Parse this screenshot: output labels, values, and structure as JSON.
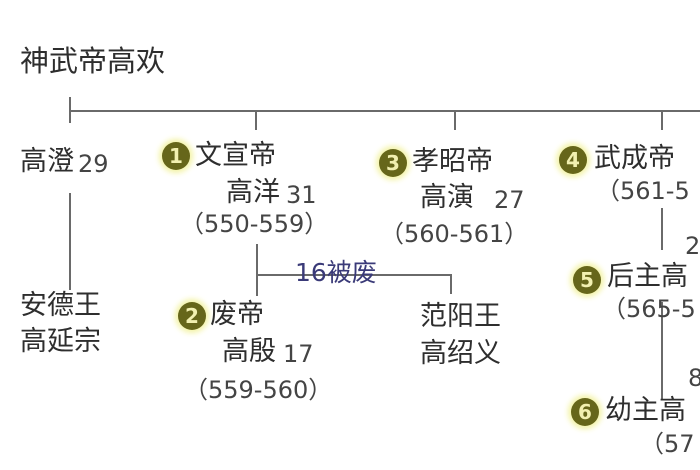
{
  "root": "神武帝高欢",
  "nodes": {
    "gao_cheng": {
      "name": "高澄",
      "age": "29"
    },
    "ande_wang": {
      "title": "安德王",
      "name": "高延宗"
    },
    "wenxuan": {
      "badge": "1",
      "title": "文宣帝",
      "name": "高洋",
      "age": "31",
      "reign": "（550-559）"
    },
    "feidi": {
      "badge": "2",
      "title": "废帝",
      "name": "高殷",
      "age": "17",
      "reign": "（559-560）",
      "note": "16被废"
    },
    "fanyang_wang": {
      "title": "范阳王",
      "name": "高绍义"
    },
    "xiaozhao": {
      "badge": "3",
      "title": "孝昭帝",
      "name": "高演",
      "age": "27",
      "reign": "（560-561）"
    },
    "wucheng": {
      "badge": "4",
      "title": "武成帝",
      "reign": "（561-5"
    },
    "houzhu": {
      "badge": "5",
      "title": "后主高",
      "reign": "（565-5",
      "age_fragment": "2"
    },
    "youzhu": {
      "badge": "6",
      "title": "幼主高",
      "reign": "（57",
      "age_fragment": "8"
    }
  },
  "colors": {
    "line": "#6a6a6a",
    "badge": "#66661a",
    "badge_glow": "#f3f3a6",
    "note": "#3a3a78"
  }
}
